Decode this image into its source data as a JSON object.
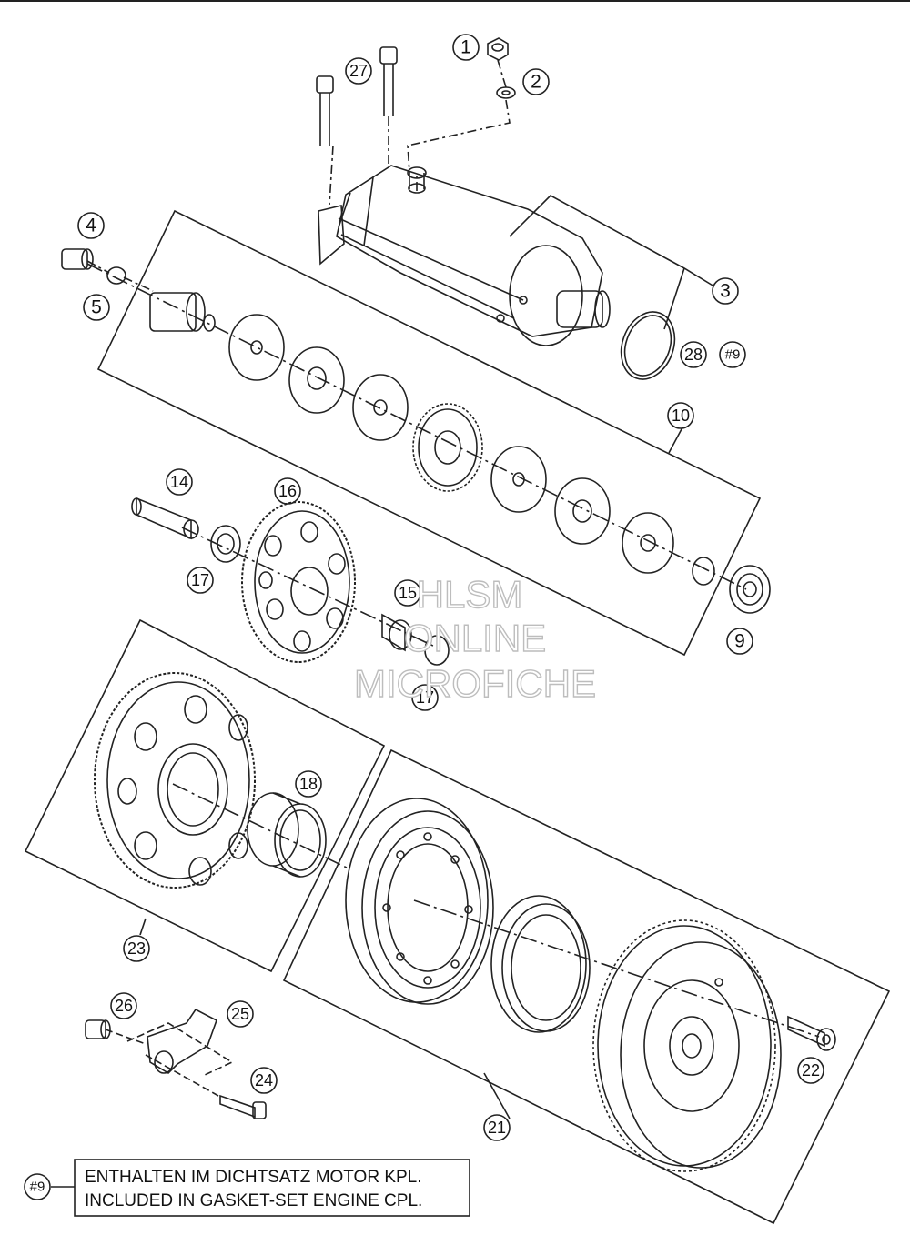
{
  "callouts": [
    {
      "id": "c1",
      "label": "1"
    },
    {
      "id": "c2",
      "label": "2"
    },
    {
      "id": "c3",
      "label": "3"
    },
    {
      "id": "c4",
      "label": "4"
    },
    {
      "id": "c5",
      "label": "5"
    },
    {
      "id": "c9",
      "label": "9"
    },
    {
      "id": "c10",
      "label": "10"
    },
    {
      "id": "c14",
      "label": "14"
    },
    {
      "id": "c15",
      "label": "15"
    },
    {
      "id": "c16",
      "label": "16"
    },
    {
      "id": "c17a",
      "label": "17"
    },
    {
      "id": "c17b",
      "label": "17"
    },
    {
      "id": "c18",
      "label": "18"
    },
    {
      "id": "c21",
      "label": "21"
    },
    {
      "id": "c22",
      "label": "22"
    },
    {
      "id": "c23",
      "label": "23"
    },
    {
      "id": "c24",
      "label": "24"
    },
    {
      "id": "c25",
      "label": "25"
    },
    {
      "id": "c26",
      "label": "26"
    },
    {
      "id": "c27",
      "label": "27"
    },
    {
      "id": "c28",
      "label": "28"
    },
    {
      "id": "c9ref",
      "label": "#9"
    }
  ],
  "legend": {
    "symbol": "#9",
    "line1": "ENTHALTEN IM DICHTSATZ MOTOR KPL.",
    "line2": "INCLUDED IN GASKET-SET ENGINE CPL."
  },
  "watermark": {
    "line1": "HLSM",
    "line2": "ONLINE",
    "line3": "MICROFICHE"
  },
  "colors": {
    "line": "#222222",
    "watermark_stroke": "#bdbdbd"
  }
}
